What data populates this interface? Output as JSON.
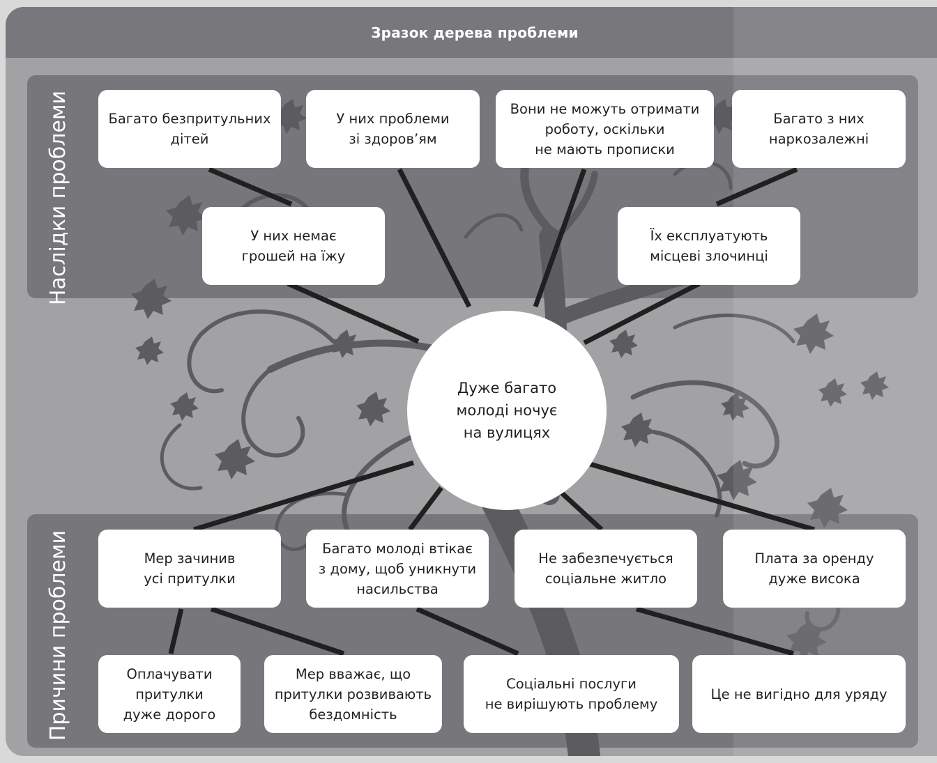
{
  "title": "Зразок дерева проблеми",
  "effects_label": "Наслідки\nпроблеми",
  "causes_label": "Причини\nпроблеми",
  "core_problem": "Дуже багато\nмолоді ночує\nна вулицях",
  "effects": {
    "top": [
      "Багато безпритульних\nдітей",
      "У них проблеми\nзі здоров’ям",
      "Вони не можуть  отримати\nроботу,  оскільки\nне мають  прописки",
      "Багато з них\nнаркозалежні"
    ],
    "middle": [
      "У них немає\nгрошей на їжу",
      "Їх експлуатують\nмісцеві злочинці"
    ]
  },
  "causes": {
    "upper": [
      "Мер зачинив\nусі притулки",
      "Багато молоді втікає\nз дому, щоб уникнути\nнасильства",
      "Не забезпечується\nсоціальне житло",
      "Плата за оренду\nдуже висока"
    ],
    "lower": [
      "Оплачувати\nпритулки\nдуже дорого",
      "Мер вважає,  що\nпритулки розвивають\nбездомність",
      "Соціальні послуги\nне вирішують проблему",
      "Це не вигідно для уряду"
    ]
  },
  "colors": {
    "background": "#a2a2a5",
    "header": "#78787c",
    "panel": "#77777b",
    "tree": "#5c5c60",
    "box": "#ffffff",
    "text": "#231f20",
    "connector": "#231f20"
  }
}
